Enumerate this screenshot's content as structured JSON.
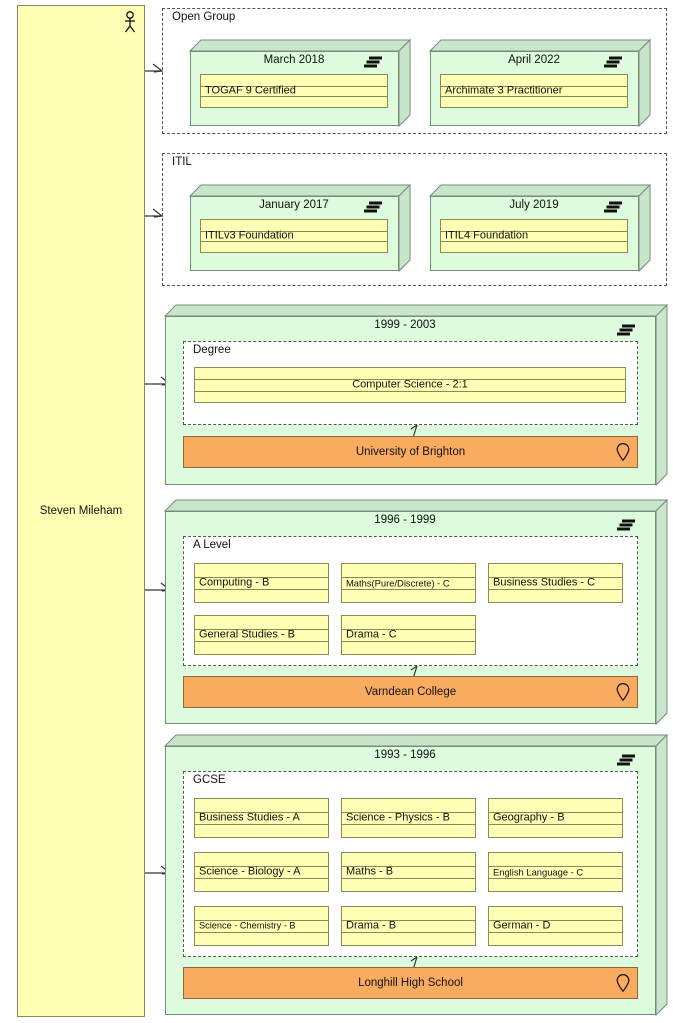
{
  "actor": {
    "name": "Steven Mileham",
    "icon": "actor-person-icon"
  },
  "icons": {
    "stack": "stacked-layers-icon",
    "pin": "location-pin-icon",
    "actor": "actor-person-icon"
  },
  "colors": {
    "actor_fill": "#ffffb5",
    "plateau_fill": "#ddfbdd",
    "plateau_top": "#c8e6c9",
    "item_fill": "#ffffb5",
    "location_fill": "#f9ab60",
    "border": "#7a8a7a",
    "group_border": "#555555"
  },
  "groups": [
    {
      "label": "Open Group",
      "plateaus": [
        {
          "title": "March 2018",
          "items": [
            {
              "label": "TOGAF 9 Certified",
              "align": "left"
            }
          ]
        },
        {
          "title": "April 2022",
          "items": [
            {
              "label": "Archimate 3 Practitioner",
              "align": "left"
            }
          ]
        }
      ]
    },
    {
      "label": "ITIL",
      "plateaus": [
        {
          "title": "January 2017",
          "items": [
            {
              "label": "ITILv3 Foundation",
              "align": "left"
            }
          ]
        },
        {
          "title": "July 2019",
          "items": [
            {
              "label": "ITIL4 Foundation",
              "align": "left"
            }
          ]
        }
      ]
    }
  ],
  "education": [
    {
      "title": "1999 - 2003",
      "group_label": "Degree",
      "location": "University of Brighton",
      "items": [
        {
          "label": "Computer Science - 2:1",
          "align": "center"
        }
      ]
    },
    {
      "title": "1996 - 1999",
      "group_label": "A Level",
      "location": "Varndean College",
      "items": [
        {
          "label": "Computing - B",
          "align": "left"
        },
        {
          "label": "Maths(Pure/Discrete) - C",
          "align": "left"
        },
        {
          "label": "Business Studies - C",
          "align": "left"
        },
        {
          "label": "General Studies - B",
          "align": "left"
        },
        {
          "label": "Drama - C",
          "align": "left"
        }
      ]
    },
    {
      "title": "1993 - 1996",
      "group_label": "GCSE",
      "location": "Longhill High School",
      "items": [
        {
          "label": "Business Studies - A",
          "align": "left"
        },
        {
          "label": "Science - Physics - B",
          "align": "left"
        },
        {
          "label": "Geography - B",
          "align": "left"
        },
        {
          "label": "Science - Biology - A",
          "align": "left"
        },
        {
          "label": "Maths - B",
          "align": "left"
        },
        {
          "label": "English Language - C",
          "align": "left"
        },
        {
          "label": "Science - Chemistry - B",
          "align": "left"
        },
        {
          "label": "Drama - B",
          "align": "left"
        },
        {
          "label": "German - D",
          "align": "left"
        }
      ]
    }
  ]
}
